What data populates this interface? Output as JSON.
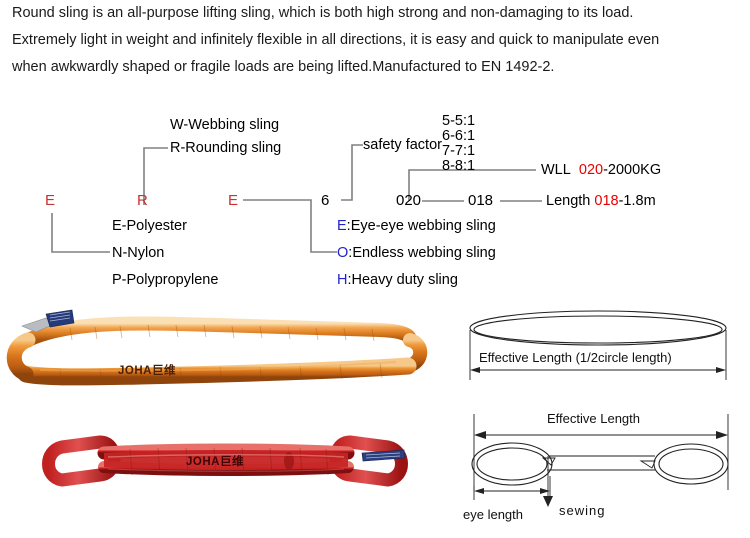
{
  "intro": {
    "line1": "Round sling is an all-purpose lifting sling, which is both high strong and non-damaging to its load.",
    "line2": "Extremely light in weight and infinitely flexible in all directions, it is easy and quick to manipulate even",
    "line3": "when awkwardly shaped or fragile loads are being lifted.Manufactured to EN 1492-2."
  },
  "colors": {
    "code_red": "#c93232",
    "value_red": "#e60000",
    "code_blue": "#2222cc",
    "line_grey": "#808080",
    "sling_orange": "#d2691e",
    "sling_red": "#c01f1f",
    "label_blue": "#243a7a"
  },
  "code_diagram": {
    "code_letters": {
      "material": "E",
      "type": "R",
      "construction": "E",
      "safety": "6",
      "wll": "020",
      "length": "018"
    },
    "type_options": [
      "W-Webbing sling",
      "R-Rounding sling"
    ],
    "material_options": [
      "E-Polyester",
      "N-Nylon",
      "P-Polypropylene"
    ],
    "safety_factor_label": "safety factor",
    "safety_factor_options": [
      "5-5:1",
      "6-6:1",
      "7-7:1",
      "8-8:1"
    ],
    "construction_options": [
      {
        "code": "E",
        "sep": ":",
        "text": "Eye-eye webbing sling"
      },
      {
        "code": "O",
        "sep": ":",
        "text": "Endless webbing sling"
      },
      {
        "code": "H",
        "sep": ":",
        "text": "Heavy duty sling"
      }
    ],
    "wll_row": {
      "label": "WLL",
      "value": "020",
      "rest": "-2000KG"
    },
    "length_row": {
      "label": "Length",
      "value": "018",
      "rest": "-1.8m",
      "mid_code": "018",
      "left_code": "020"
    }
  },
  "photos": {
    "endless_sling": {
      "brand": "JOHA巨维",
      "color": "#d2691e"
    },
    "eye_eye_sling": {
      "brand": "JOHA巨维",
      "color": "#c01f1f"
    }
  },
  "drawings": {
    "endless": {
      "dimension_label": "Effective Length (1/2circle length)"
    },
    "eye_eye": {
      "effective_length_label": "Effective Length",
      "eye_length_label": "eye length",
      "sewing_label": "sewing"
    }
  }
}
